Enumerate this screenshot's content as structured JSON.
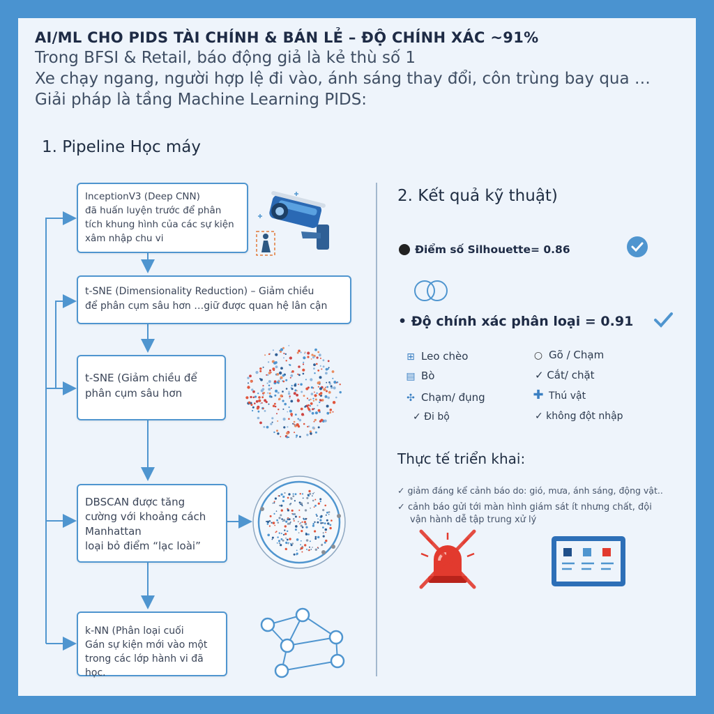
{
  "header": {
    "title": "AI/ML CHO PIDS TÀI CHÍNH & BÁN LẺ – ĐỘ CHÍNH XÁC ~91%",
    "line1": "Trong BFSI & Retail, báo động giả là kẻ thù số 1",
    "line2": "Xe chạy ngang, người hợp lệ đi vào, ánh sáng thay đổi, côn trùng bay qua …",
    "line3": "Giải pháp là tầng Machine Learning PIDS:"
  },
  "pipeline": {
    "heading": "1. Pipeline Học máy",
    "steps": [
      {
        "lines": [
          "InceptionV3 (Deep CNN)",
          "đã huấn luyện trước để phân",
          "tích khung hình của các sự kiện",
          "xâm nhập chu vi"
        ]
      },
      {
        "lines": [
          "t-SNE (Dimensionality Reduction) – Giảm chiều",
          "để phân cụm sâu hơn …giữ được quan hệ lân cận"
        ]
      },
      {
        "lines": [
          "t-SNE (Giảm chiều để",
          "phân cụm sâu hơn"
        ]
      },
      {
        "lines": [
          "DBSCAN được tăng",
          "cường với khoảng cách",
          "Manhattan",
          "loại bỏ điểm “lạc loài”"
        ]
      },
      {
        "lines": [
          "k-NN (Phân loại cuối",
          "Gán sự kiện mới vào một",
          "trong các lớp hành vi đã học."
        ]
      }
    ]
  },
  "results": {
    "heading": "2. Kết quả kỹ thuật)",
    "silhouette": "Điểm số Silhouette= 0.86",
    "accuracy": "• Độ chính xác phân loại = 0.91",
    "classes_left": [
      {
        "icon": "climb-icon",
        "label": "Leo chèo"
      },
      {
        "icon": "crawl-icon",
        "label": "Bò"
      },
      {
        "icon": "touch-icon",
        "label": "Chạm/ đụng"
      },
      {
        "icon": "check-icon",
        "label": "✓ Đi bộ"
      }
    ],
    "classes_right": [
      {
        "icon": "circle-icon",
        "label": "Gõ / Chạm"
      },
      {
        "icon": "check-icon",
        "label": "✓ Cắt/ chặt"
      },
      {
        "icon": "animal-icon",
        "label": "Thú vật"
      },
      {
        "icon": "check-icon",
        "label": "✓ không đột nhập"
      }
    ]
  },
  "deployment": {
    "heading": "Thực tế triển khai:",
    "point1": "✓ giảm đáng kể cảnh báo do: gió, mưa, ánh sáng, động vật..",
    "point2_a": "✓  cảnh báo gửi tới màn hình giám sát ít nhưng chất, đội",
    "point2_b": "vận hành dễ tập trung xử lý"
  },
  "colors": {
    "frame": "#4a93d0",
    "accent": "#4f95cf",
    "alarm": "#e23a2e"
  }
}
